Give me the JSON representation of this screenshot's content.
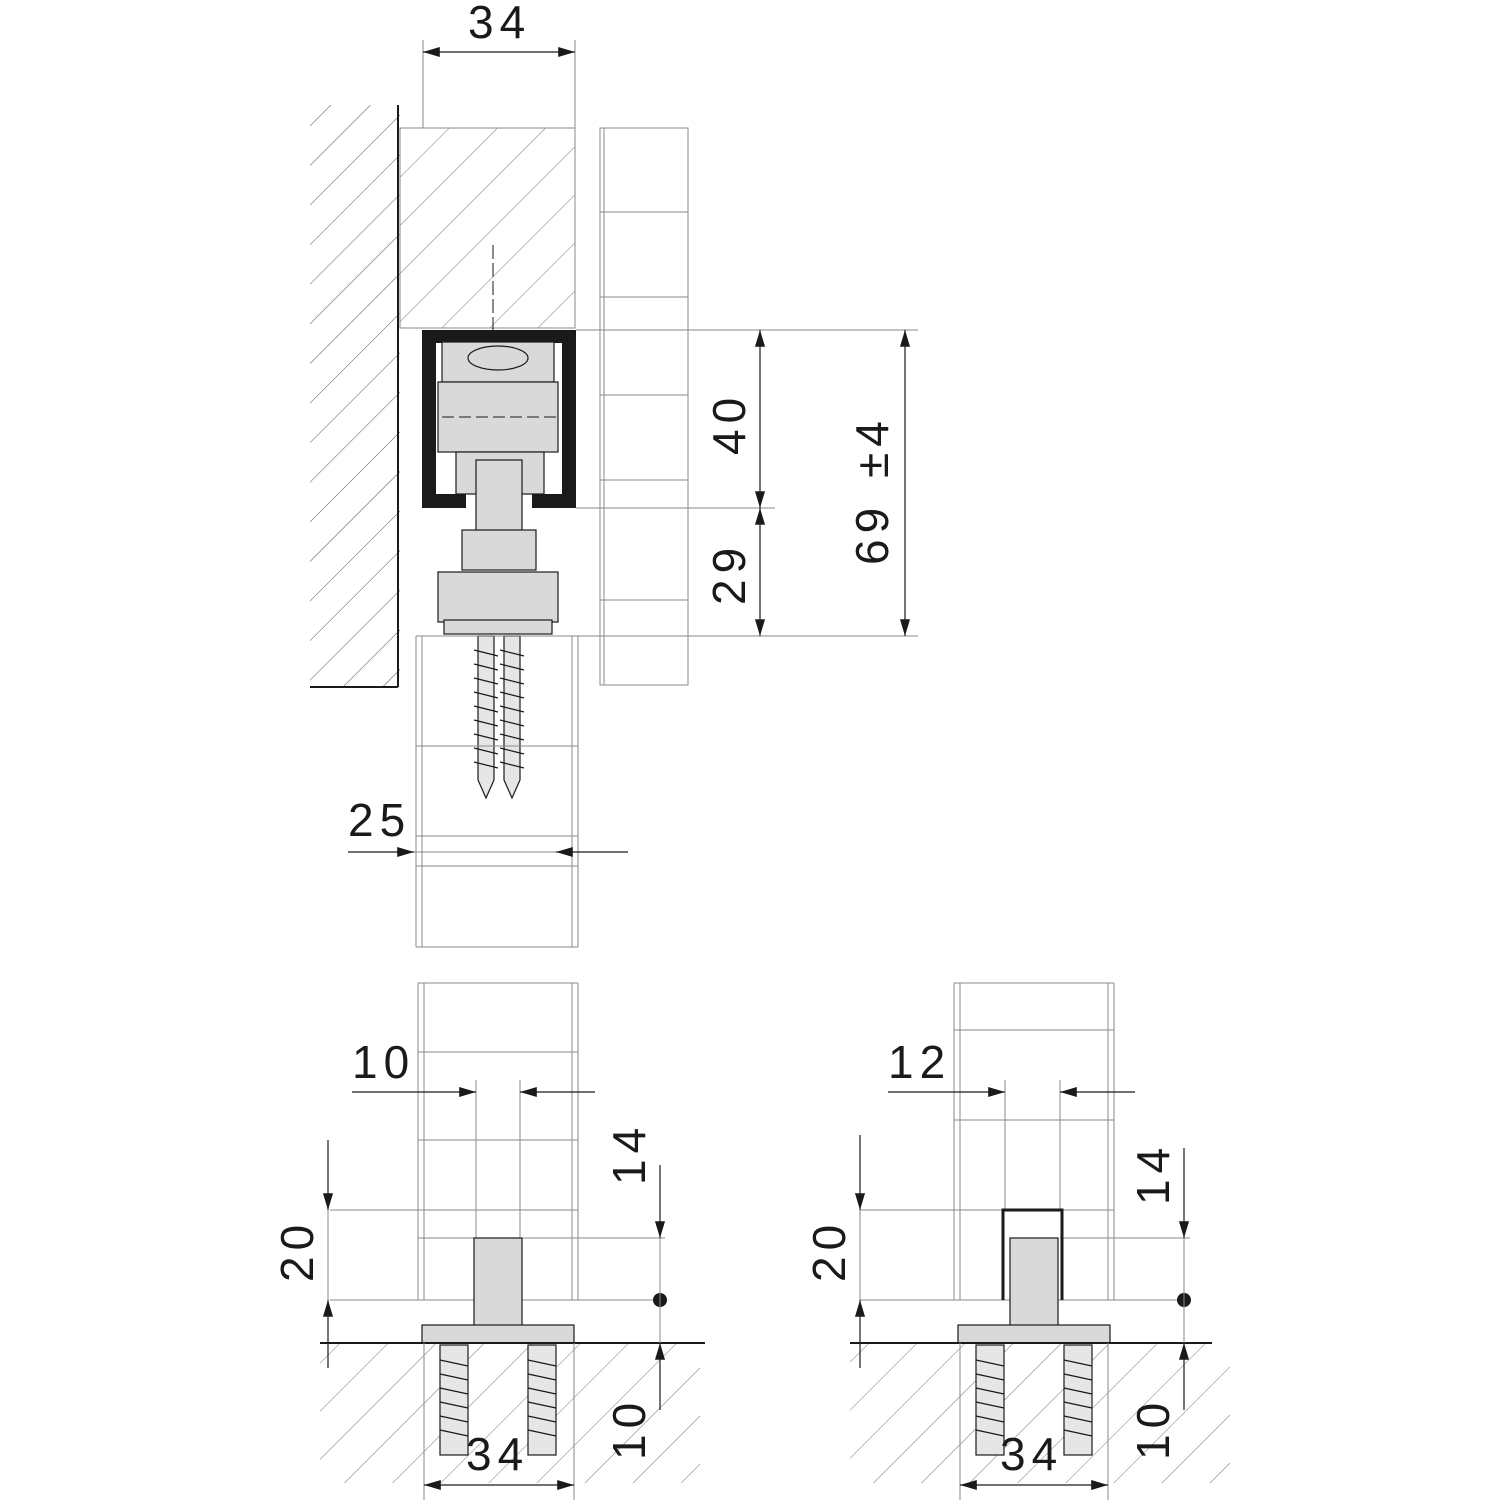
{
  "dimensions": {
    "top_width": "34",
    "rail_height": "40",
    "hanger_height": "29",
    "total_height": "69",
    "tolerance": "±4",
    "door_thickness": "25",
    "guide_left_slot": "10",
    "guide_left_depth": "14",
    "guide_left_height": "20",
    "guide_left_floor": "10",
    "guide_left_width": "34",
    "guide_right_slot": "12",
    "guide_right_depth": "14",
    "guide_right_height": "20",
    "guide_right_floor": "10",
    "guide_right_width": "34"
  },
  "colors": {
    "line": "#1a1a1a",
    "part_fill": "#d9d9d9",
    "rail_fill": "#1a1a1a"
  }
}
